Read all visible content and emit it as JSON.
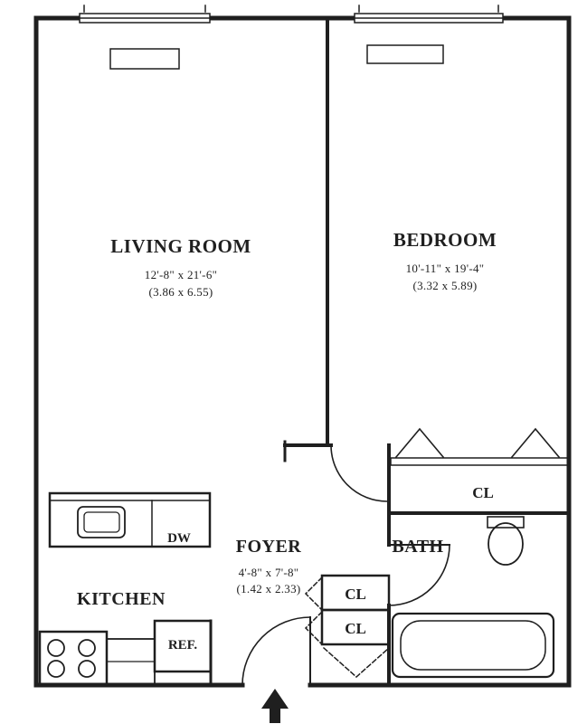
{
  "rooms": {
    "living_room": {
      "label": "LIVING ROOM",
      "dims_ft": "12'-8\" x 21'-6\"",
      "dims_m": "(3.86 x 6.55)"
    },
    "bedroom": {
      "label": "BEDROOM",
      "dims_ft": "10'-11\" x 19'-4\"",
      "dims_m": "(3.32 x 5.89)"
    },
    "foyer": {
      "label": "FOYER",
      "dims_ft": "4'-8\" x 7'-8\"",
      "dims_m": "(1.42 x 2.33)"
    },
    "kitchen": {
      "label": "KITCHEN"
    },
    "bath": {
      "label": "BATH"
    }
  },
  "closets": {
    "bedroom_closet": "CL",
    "hall_closet_upper": "CL",
    "hall_closet_lower": "CL"
  },
  "appliances": {
    "dishwasher": "DW",
    "refrigerator": "REF."
  },
  "colors": {
    "line": "#1f1f1f",
    "background": "#ffffff"
  }
}
